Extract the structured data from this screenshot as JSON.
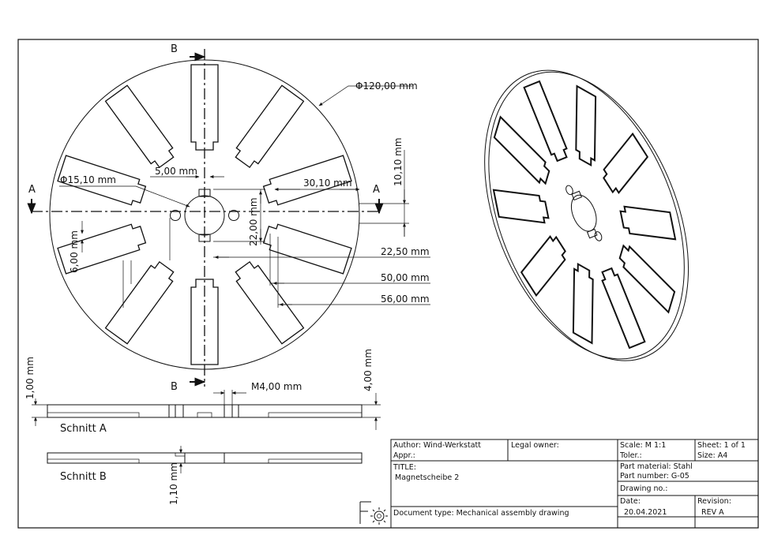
{
  "dimensions": {
    "outer_diameter": "Φ120,00 mm",
    "hole_diameter": "Φ15,10 mm",
    "slot_gap": "5,00 mm",
    "slot_length": "30,10 mm",
    "slot_width": "10,10 mm",
    "center_height": "22,00 mm",
    "small_width": "6,00 mm",
    "radius_inner": "22,50 mm",
    "radius_mid": "50,00 mm",
    "radius_outer": "56,00 mm",
    "thread": "M4,00 mm",
    "thickness": "4,00 mm",
    "step": "1,00 mm",
    "depth": "1,10 mm"
  },
  "section_markers": {
    "a": "A",
    "b": "B"
  },
  "section_labels": {
    "a": "Schnitt A",
    "b": "Schnitt B"
  },
  "title_block": {
    "author": "Author: Wind-Werkstatt",
    "appr": "Appr.:",
    "legal_owner": "Legal owner:",
    "scale": "Scale: M 1:1",
    "toler": "Toler.:",
    "sheet": "Sheet: 1 of 1",
    "size": "Size:  A4",
    "title_label": "TITLE:",
    "title": "Magnetscheibe 2",
    "part_material": "Part material: Stahl",
    "part_number": "Part number:  G-05",
    "drawing_no": "Drawing no.:",
    "date_label": "Date:",
    "date": "20.04.2021",
    "revision_label": "Revision:",
    "revision": "REV A",
    "document_type": "Document type:  Mechanical assembly drawing"
  },
  "colors": {
    "line": "#111111",
    "section_fill": "#cfcfcf",
    "background": "#ffffff"
  }
}
